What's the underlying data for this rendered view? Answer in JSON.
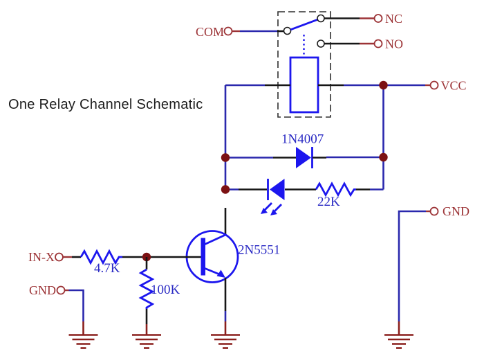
{
  "title": "One Relay Channel Schematic",
  "labels": {
    "com": "COM",
    "nc": "NC",
    "no": "NO",
    "vcc": "VCC",
    "gnd_right": "GND",
    "in_x": "IN-X",
    "gnd_left": "GND",
    "flyback_diode": "1N4007",
    "transistor": "2N5551",
    "resistor_base": "4.7K",
    "resistor_pulldown": "100K",
    "resistor_led": "22K"
  },
  "colors": {
    "background": "#ffffff",
    "component_blue": "#1c16ee",
    "wire_blue": "#2a28ad",
    "label_blue": "#2b2bc4",
    "terminal_maroon": "#9c3336",
    "junction_maroon": "#7c1113",
    "ground_maroon": "#8a1f1c",
    "pin_black": "#161616",
    "title_color": "#1c1c1c"
  }
}
